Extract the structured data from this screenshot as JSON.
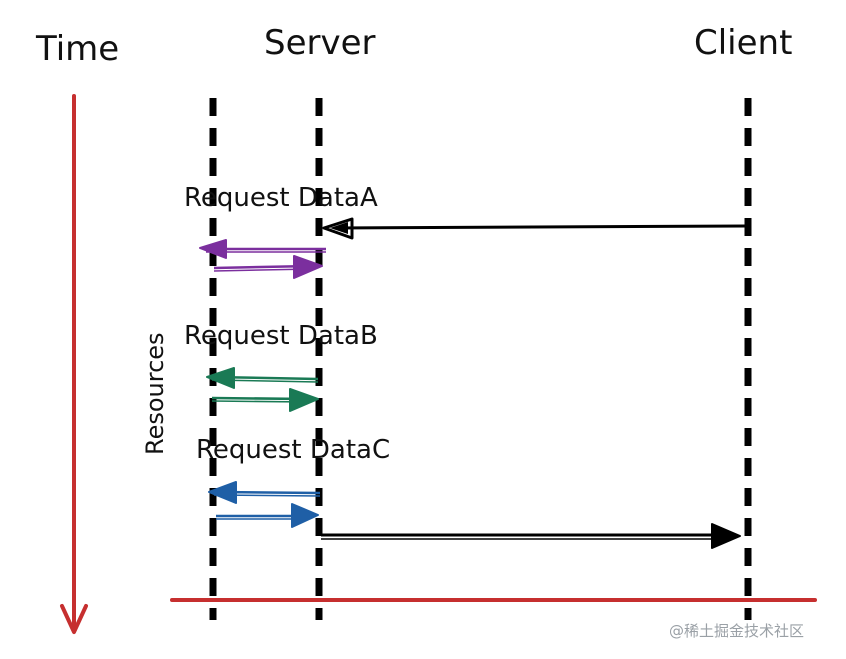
{
  "labels": {
    "time": "Time",
    "server": "Server",
    "client": "Client",
    "resources": "Resources"
  },
  "requests": [
    {
      "label": "Request DataA",
      "color": "#7b2f9e"
    },
    {
      "label": "Request DataB",
      "color": "#1a7a55"
    },
    {
      "label": "Request DataC",
      "color": "#1f5fa6"
    }
  ],
  "colors": {
    "time_axis": "#c62f2f",
    "baseline": "#c62f2f",
    "lifelines": "#000000",
    "client_arrows": "#000000"
  },
  "watermark": "@稀土掘金技术社区"
}
